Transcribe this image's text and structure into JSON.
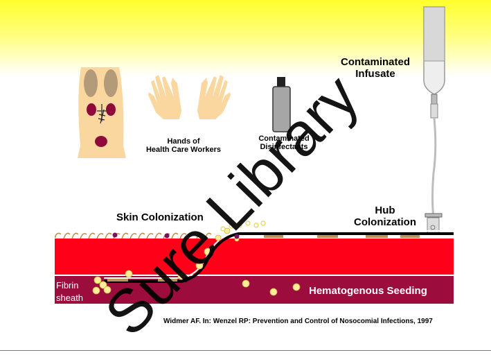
{
  "labels": {
    "hands": "Hands of\nHealth Care Workers",
    "disinfectants": "Contaminated\nDisinfectants",
    "infusate": "Contaminated\nInfusate",
    "skin": "Skin Colonization",
    "hub": "Hub\nColonization",
    "fibrin": "Fibrin\nsheath",
    "hemato": "Hematogenous Seeding"
  },
  "citation": "Widmer AF. In: Wenzel RP: Prevention and Control of Nosocomial Infections, 1997",
  "watermark": "Sure Library",
  "colors": {
    "skin": "#fbd7a0",
    "tissue": "#ff0019",
    "blood": "#9c0c3d",
    "banner": "#ffff2e"
  }
}
